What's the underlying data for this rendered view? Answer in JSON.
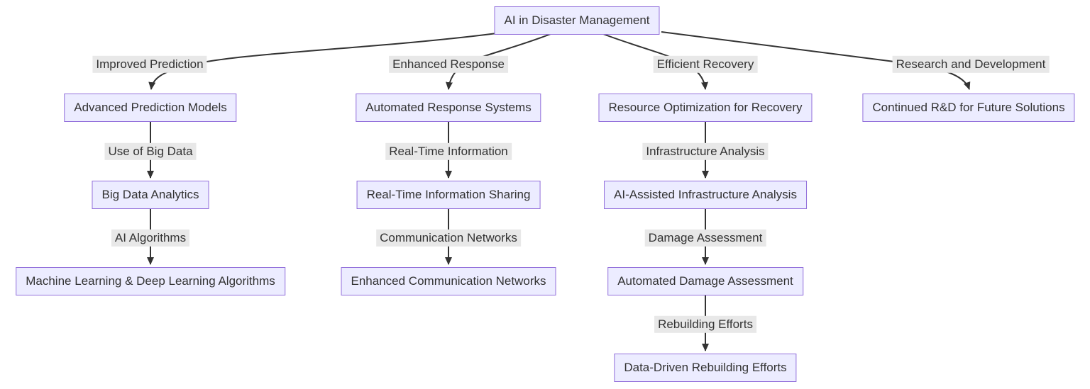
{
  "diagram": {
    "type": "flowchart",
    "root": {
      "label": "AI in Disaster Management"
    },
    "colors": {
      "node_fill": "#ECECFF",
      "node_border": "#9370DB",
      "edge_line": "#333333",
      "edge_label_bg": "#e8e8e8",
      "text": "#333333",
      "background": "#ffffff"
    },
    "branches": [
      {
        "edge_label": "Improved Prediction",
        "nodes": [
          "Advanced Prediction Models",
          "Big Data Analytics",
          "Machine Learning & Deep Learning Algorithms"
        ],
        "inner_edge_labels": [
          "Use of Big Data",
          "AI Algorithms"
        ]
      },
      {
        "edge_label": "Enhanced Response",
        "nodes": [
          "Automated Response Systems",
          "Real-Time Information Sharing",
          "Enhanced Communication Networks"
        ],
        "inner_edge_labels": [
          "Real-Time Information",
          "Communication Networks"
        ]
      },
      {
        "edge_label": "Efficient Recovery",
        "nodes": [
          "Resource Optimization for Recovery",
          "AI-Assisted Infrastructure Analysis",
          "Automated Damage Assessment",
          "Data-Driven Rebuilding Efforts"
        ],
        "inner_edge_labels": [
          "Infrastructure Analysis",
          "Damage Assessment",
          "Rebuilding Efforts"
        ]
      },
      {
        "edge_label": "Research and Development",
        "nodes": [
          "Continued R&D for Future Solutions"
        ],
        "inner_edge_labels": []
      }
    ]
  }
}
